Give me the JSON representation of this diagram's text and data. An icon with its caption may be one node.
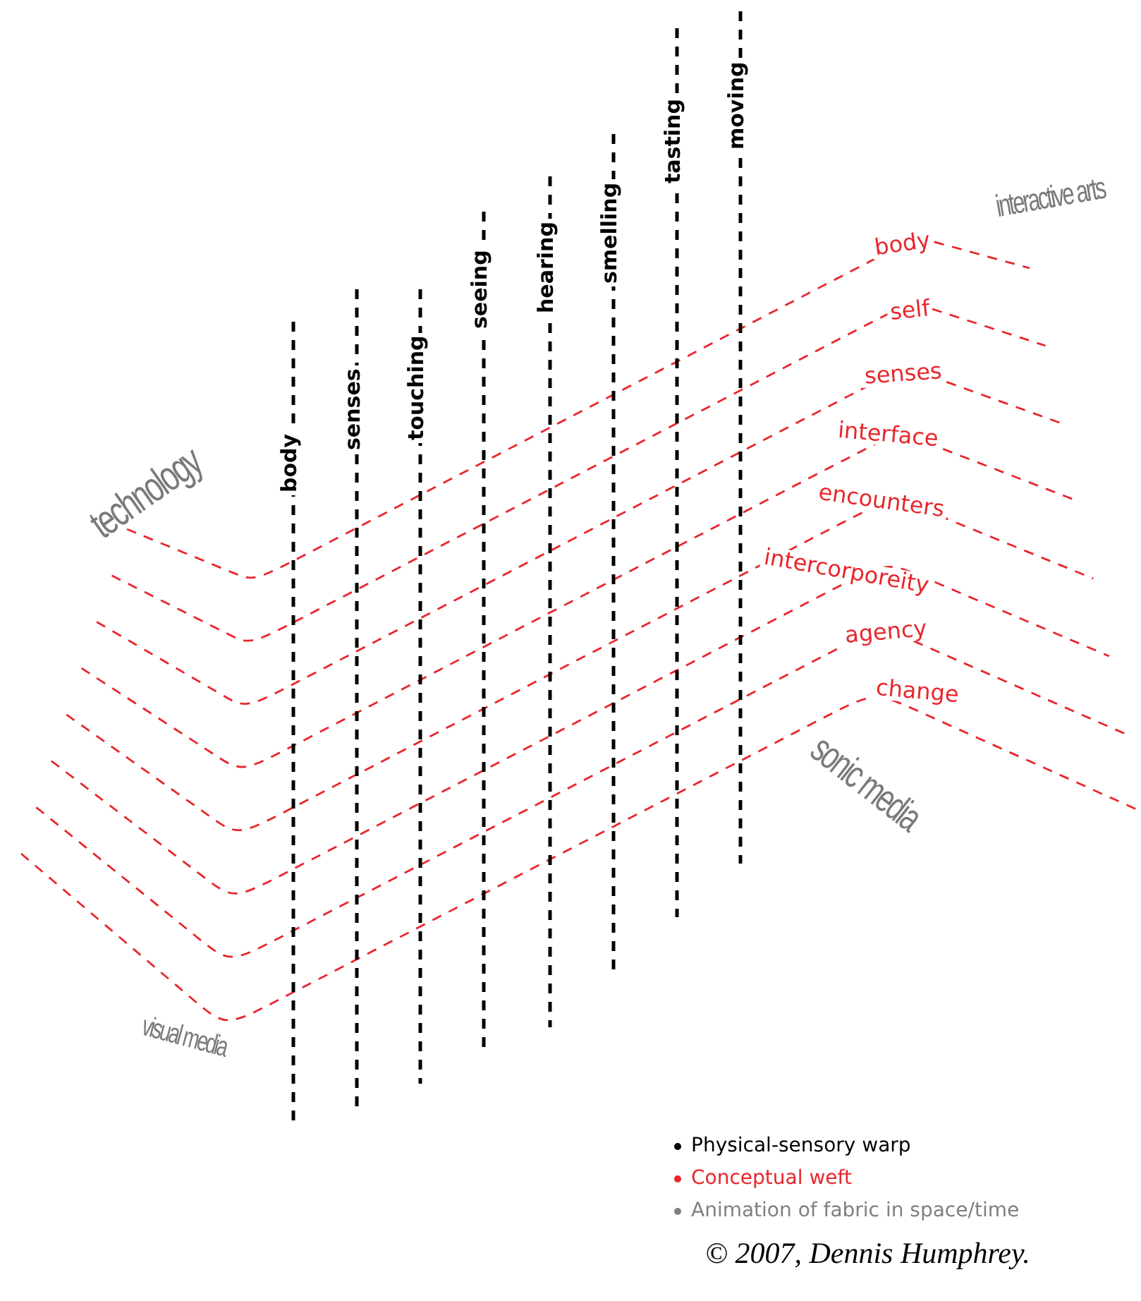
{
  "diagram": {
    "caption": "© 2007, Dennis Humphrey.",
    "labels": [
      "body",
      "senses",
      "touching",
      "seeing",
      "hearing",
      "smelling",
      "tasting",
      "moving",
      "body",
      "self",
      "senses",
      "interface",
      "encounters",
      "intercorporeity",
      "agency",
      "change",
      "technology",
      "interactive arts",
      "sonic media",
      "visual media"
    ],
    "legend": [
      {
        "text": "Physical-sensory warp",
        "color": "#000000"
      },
      {
        "text": "Conceptual weft",
        "color": "#e8262b"
      },
      {
        "text": "Animation of fabric in space/time",
        "color": "#808080"
      }
    ]
  }
}
